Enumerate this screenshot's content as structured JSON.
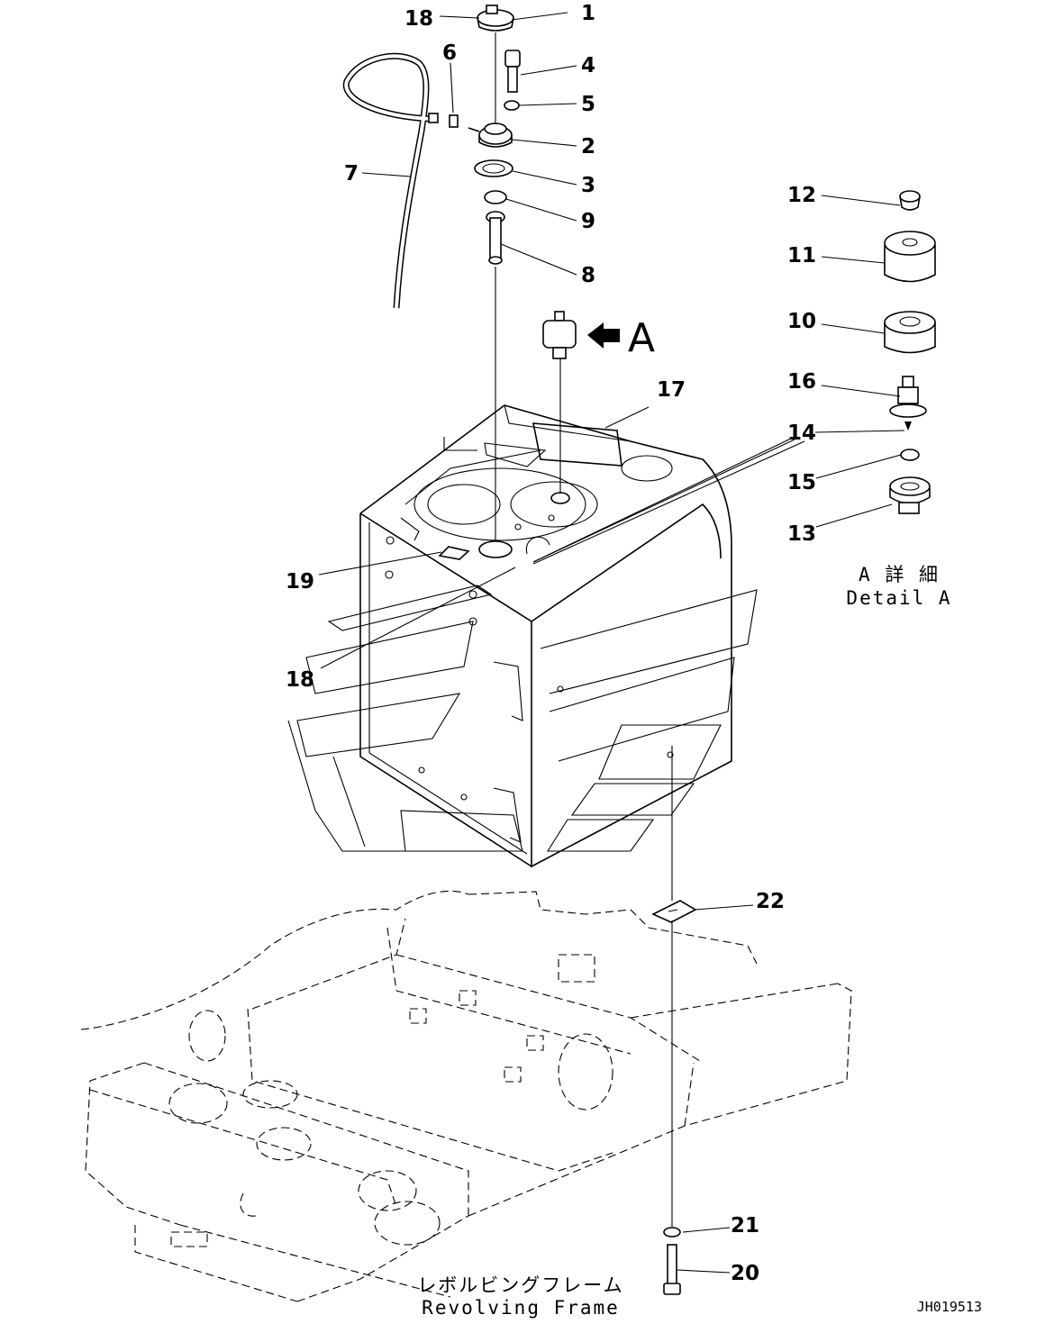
{
  "callouts": [
    "1",
    "2",
    "3",
    "4",
    "5",
    "6",
    "7",
    "8",
    "9",
    "10",
    "11",
    "12",
    "13",
    "14",
    "15",
    "16",
    "17",
    "18",
    "18",
    "19",
    "20",
    "21",
    "22"
  ],
  "view_arrow_label": "A",
  "detail": {
    "jp": "A 詳 細",
    "en": "Detail A"
  },
  "frame": {
    "jp": "レボルビングフレーム",
    "en": "Revolving Frame"
  },
  "drawing_id": "JH019513"
}
